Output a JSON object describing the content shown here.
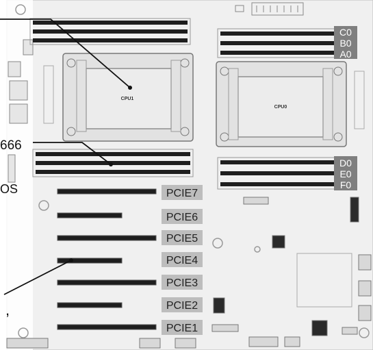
{
  "cpus": [
    {
      "label": "CPU1"
    },
    {
      "label": "CPU0"
    }
  ],
  "dimm_labels": {
    "upper_right": [
      "C0",
      "B0",
      "A0"
    ],
    "lower_right": [
      "D0",
      "E0",
      "F0"
    ]
  },
  "pcie_slots": [
    {
      "label": "PCIE7"
    },
    {
      "label": "PCIE6"
    },
    {
      "label": "PCIE5"
    },
    {
      "label": "PCIE4"
    },
    {
      "label": "PCIE3"
    },
    {
      "label": "PCIE2"
    },
    {
      "label": "PCIE1"
    }
  ],
  "callouts": {
    "memory_speed": "666",
    "left_edge_text": "OS",
    "left_edge_mark": ","
  },
  "colors": {
    "board": "#f0f0f0",
    "board_edge": "#bcbcbc",
    "dimm_slot": "#1e1e1e",
    "pcie_label_bg": "#bdbdbd",
    "dimm_label_bg": "#7f7f7f",
    "callout_line": "#111111"
  }
}
